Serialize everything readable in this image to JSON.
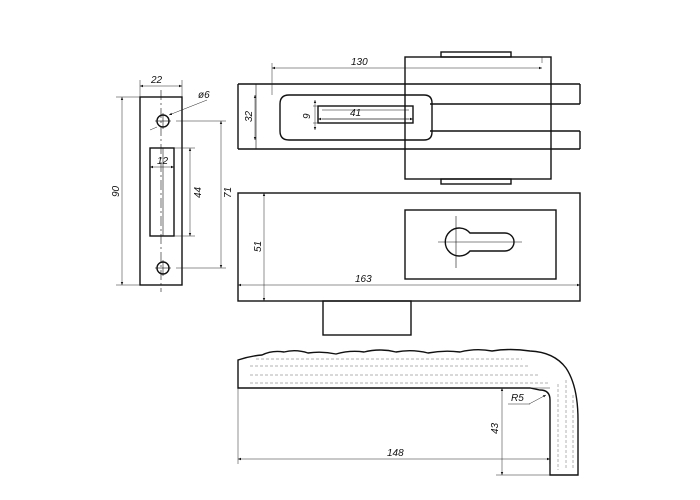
{
  "figure": {
    "background_color": "#ffffff",
    "line_color": "#111111",
    "views": {
      "strike_plate": {
        "dimensions": {
          "width": "22",
          "height": "90",
          "hole_diameter": "ø6",
          "slot_width": "12",
          "slot_height": "44",
          "hole_spacing": "71"
        }
      },
      "lock_top_view": {
        "dimensions": {
          "length": "130",
          "slot_length": "41",
          "slot_width": "9",
          "width": "32"
        }
      },
      "lock_front_view": {
        "dimensions": {
          "length": "163",
          "height": "51"
        }
      },
      "handle": {
        "dimensions": {
          "length": "148",
          "height": "43",
          "radius": "R5"
        }
      }
    }
  }
}
